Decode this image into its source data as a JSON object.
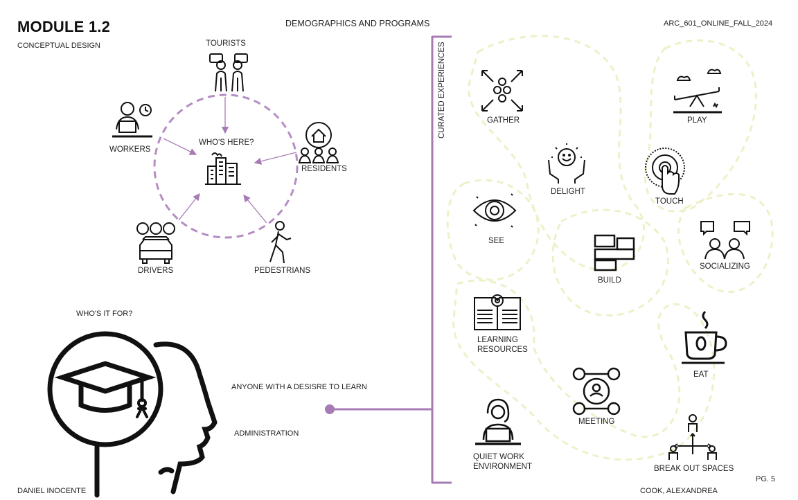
{
  "header": {
    "title": "MODULE 1.2",
    "subtitle": "CONCEPTUAL DESIGN",
    "center_title": "DEMOGRAPHICS AND PROGRAMS",
    "course": "ARC_601_ONLINE_FALL_2024"
  },
  "demographics": {
    "center": "WHO'S HERE?",
    "groups": [
      "TOURISTS",
      "WORKERS",
      "RESIDENTS",
      "DRIVERS",
      "PEDESTRIANS"
    ]
  },
  "audience": {
    "heading": "WHO'S IT FOR?",
    "items": [
      "ANYONE WITH A DESISRE TO LEARN",
      "ADMINISTRATION"
    ]
  },
  "programs": {
    "heading": "CURATED EXPERIENCES",
    "items": [
      "GATHER",
      "PLAY",
      "DELIGHT",
      "TOUCH",
      "SEE",
      "BUILD",
      "SOCIALIZING",
      "LEARNING RESOURCES",
      "EAT",
      "MEETING",
      "QUIET WORK ENVIRONMENT",
      "BREAK OUT SPACES"
    ]
  },
  "footer": {
    "author_left": "DANIEL INOCENTE",
    "author_right": "COOK, ALEXANDREA",
    "page": "PG. 5"
  },
  "colors": {
    "accent_purple": "#a67bb5",
    "blob_yellow": "#eef0c8",
    "ink": "#111111"
  }
}
